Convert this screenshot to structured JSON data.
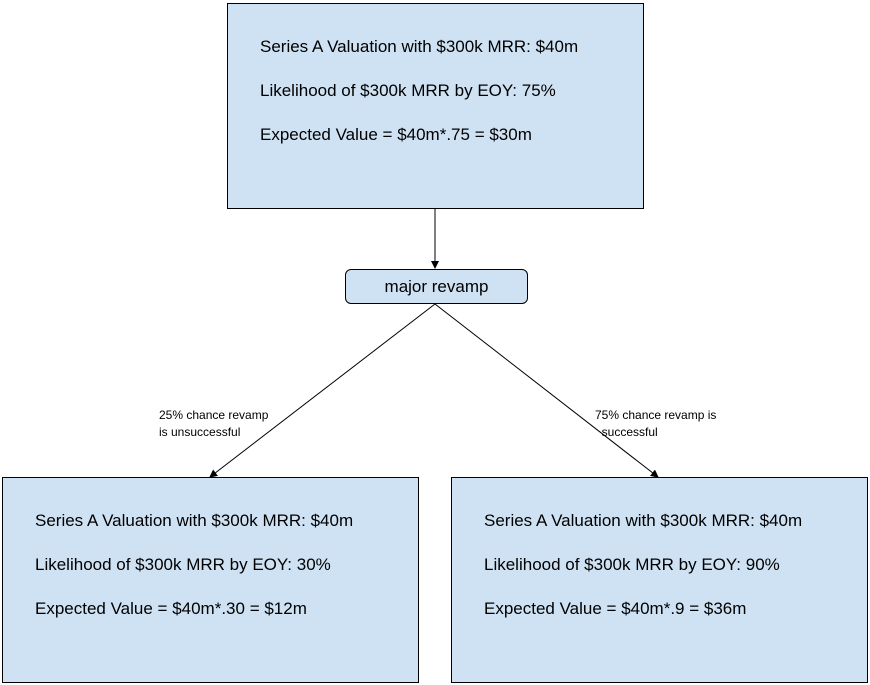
{
  "top_box": {
    "line1": "Series A Valuation with $300k MRR: $40m",
    "line2": "Likelihood of $300k MRR by EOY: 75%",
    "line3": "Expected Value = $40m*.75 = $30m"
  },
  "decision": {
    "label": "major revamp"
  },
  "edges": {
    "left": {
      "label": "25% chance revamp\nis unsuccessful"
    },
    "right": {
      "label": "75% chance revamp is\n  successful"
    }
  },
  "left_box": {
    "line1": "Series A Valuation with $300k MRR: $40m",
    "line2": "Likelihood of $300k MRR by EOY: 30%",
    "line3": "Expected Value = $40m*.30 = $12m"
  },
  "right_box": {
    "line1": "Series A Valuation with $300k MRR: $40m",
    "line2": "Likelihood of $300k MRR by EOY: 90%",
    "line3": "Expected Value = $40m*.9 = $36m"
  }
}
